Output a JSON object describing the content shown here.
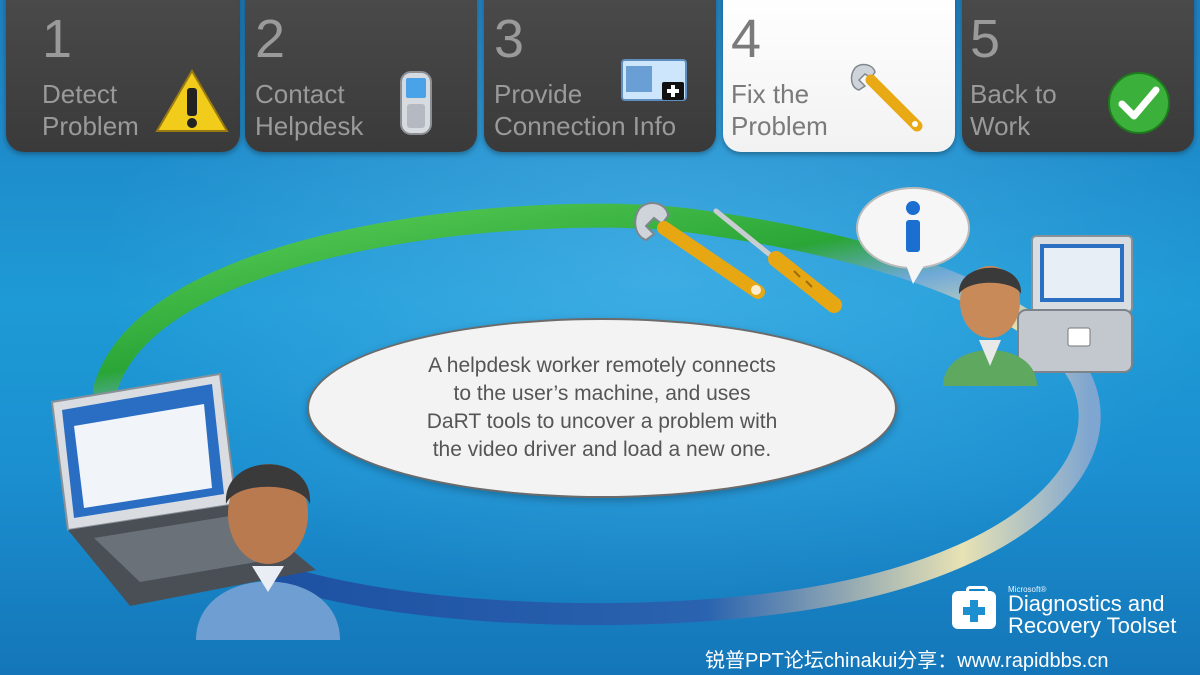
{
  "steps": [
    {
      "number": "1",
      "label": "Detect\nProblem",
      "icon": "warning-icon",
      "active": false
    },
    {
      "number": "2",
      "label": "Contact\nHelpdesk",
      "icon": "mobile-phone-icon",
      "active": false
    },
    {
      "number": "3",
      "label": "Provide\nConnection Info",
      "icon": "id-card-icon",
      "active": false
    },
    {
      "number": "4",
      "label": "Fix the\nProblem",
      "icon": "wrench-icon",
      "active": true
    },
    {
      "number": "5",
      "label": "Back to\nWork",
      "icon": "checkmark-icon",
      "active": false
    }
  ],
  "callout": "A helpdesk worker remotely connects\nto the user’s machine, and uses\nDaRT tools to uncover a problem with\nthe video driver and load a new one.",
  "brand": {
    "microsoft": "Microsoft®",
    "line1": "Diagnostics and",
    "line2": "Recovery Toolset"
  },
  "footer": "锐普PPT论坛chinakui分享：www.rapidbbs.cn",
  "colors": {
    "ring_green": "#3cb43c",
    "ring_blue": "#1b5aa8",
    "tab_dark": "#3f3f3f",
    "tab_active": "#ffffff"
  }
}
